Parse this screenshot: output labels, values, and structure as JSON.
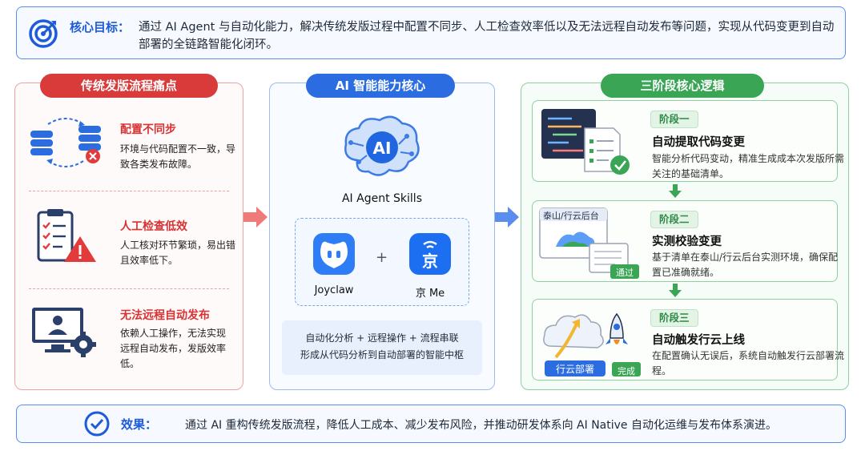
{
  "goal": {
    "label": "核心目标：",
    "text": "通过 AI Agent 与自动化能力，解决传统发版过程中配置不同步、人工检查效率低以及无法远程自动发布等问题，实现从代码变更到自动部署的全链路智能化闭环。"
  },
  "pain": {
    "title": "传统发版流程痛点",
    "items": [
      {
        "title": "配置不同步",
        "desc": "环境与代码配置不一致，导致各类发布故障。",
        "icon": "database-sync-icon"
      },
      {
        "title": "人工检查低效",
        "desc": "人工核对环节繁琐，易出错且效率低下。",
        "icon": "checklist-warning-icon"
      },
      {
        "title": "无法远程自动发布",
        "desc": "依赖人工操作，无法实现远程自动发布，发版效率低。",
        "icon": "monitor-user-gear-icon"
      }
    ]
  },
  "core": {
    "title": "AI 智能能力核心",
    "brain_text": "AI",
    "skills_label": "AI Agent Skills",
    "tools": [
      {
        "name": "Joyclaw",
        "icon": "joyclaw-icon"
      },
      {
        "name": "京 Me",
        "glyph": "京",
        "icon": "jingme-icon"
      }
    ],
    "plus": "+",
    "summary_line1": "自动化分析 + 远程操作 + 流程串联",
    "summary_line2": "形成从代码分析到自动部署的智能中枢"
  },
  "stages": {
    "title": "三阶段核心逻辑",
    "items": [
      {
        "tag": "阶段一",
        "title": "自动提取代码变更",
        "desc": "智能分析代码变动，精准生成成本次发版所需关注的基础清单。"
      },
      {
        "tag": "阶段二",
        "title": "实测校验变更",
        "desc": "基于清单在泰山/行云后台实测环境，确保配置已准确就绪。",
        "screen_label": "泰山/行云后台",
        "badge": "通过"
      },
      {
        "tag": "阶段三",
        "title": "自动触发行云上线",
        "desc": "在配置确认无误后，系统自动触发行云部署流程。",
        "deploy_label": "行云部署",
        "badge": "完成"
      }
    ]
  },
  "effect": {
    "label": "效果：",
    "text": "通过 AI 重构传统发版流程，降低人工成本、减少发布风险，并推动研发体系向 AI Native 自动化运维与发布体系演进。"
  },
  "colors": {
    "red": "#d93b3b",
    "blue": "#2b6de0",
    "green": "#3aa655"
  }
}
